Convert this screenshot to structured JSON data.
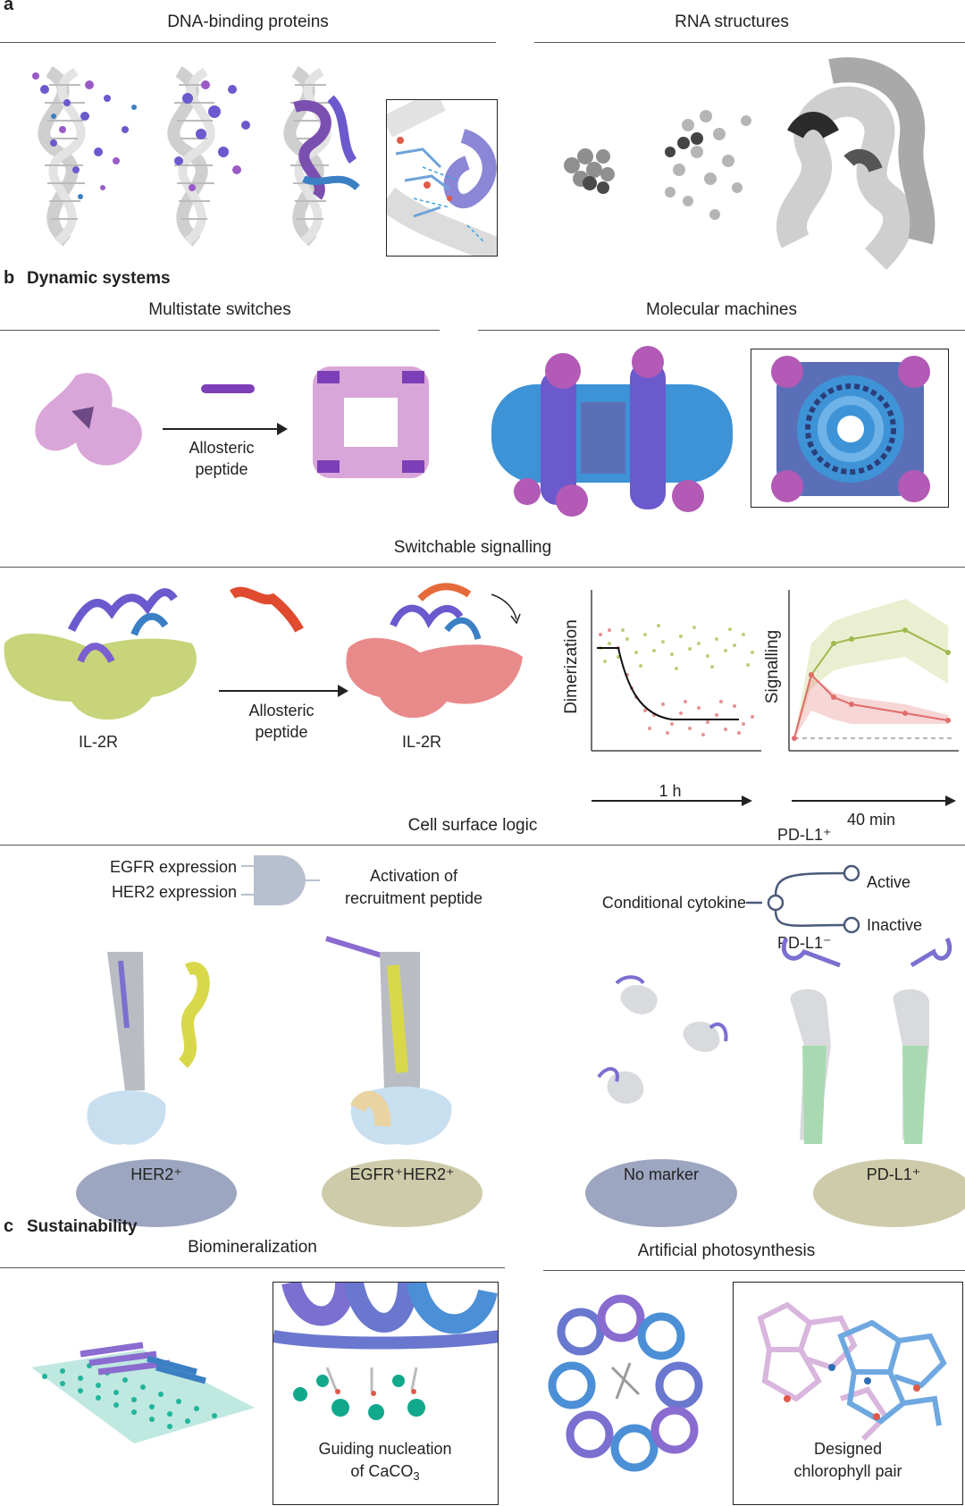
{
  "panel_a": {
    "letter": "a",
    "dna_heading": "DNA-binding proteins",
    "rna_heading": "RNA structures"
  },
  "panel_b": {
    "letter": "b",
    "title": "Dynamic systems",
    "multistate_heading": "Multistate switches",
    "molecular_heading": "Molecular machines",
    "allosteric_line1": "Allosteric",
    "allosteric_line2": "peptide",
    "switchable_heading": "Switchable signalling",
    "il2r_left": "IL-2R",
    "il2r_right": "IL-2R",
    "allosteric2_line1": "Allosteric",
    "allosteric2_line2": "peptide",
    "plot1_ylabel": "Dimerization",
    "plot1_xlabel": "1 h",
    "plot2_ylabel": "Signalling",
    "plot2_xlabel": "40 min",
    "cell_logic_heading": "Cell surface logic",
    "egfr_expression": "EGFR expression",
    "her2_expression": "HER2 expression",
    "activation_line1": "Activation of",
    "activation_line2": "recruitment peptide",
    "conditional_cytokine": "Conditional cytokine",
    "pdl1_plus": "PD-L1⁺",
    "pdl1_minus": "PD-L1⁻",
    "active": "Active",
    "inactive": "Inactive",
    "marker_her2": "HER2⁺",
    "marker_egfr_her2": "EGFR⁺HER2⁺",
    "marker_none": "No marker",
    "marker_pdl1": "PD-L1⁺"
  },
  "panel_c": {
    "letter": "c",
    "title": "Sustainability",
    "biomineralization_heading": "Biomineralization",
    "photosynthesis_heading": "Artificial photosynthesis",
    "nucleation_line1": "Guiding nucleation",
    "nucleation_line2_prefix": "of CaCO",
    "nucleation_line2_sub": "3",
    "chlorophyll_line1": "Designed",
    "chlorophyll_line2": "chlorophyll pair"
  },
  "colors": {
    "purple": "#7b4fb0",
    "violet": "#6a5acd",
    "blue": "#3b7fc4",
    "pink": "#d9a6d9",
    "lime": "#c6d27a",
    "salmon": "#e98a8a",
    "green_points": "#b8c96a",
    "red_points": "#e38787",
    "grey": "#b9bcc2",
    "teal": "#1fb59a",
    "gate": "#b8c0cf"
  }
}
